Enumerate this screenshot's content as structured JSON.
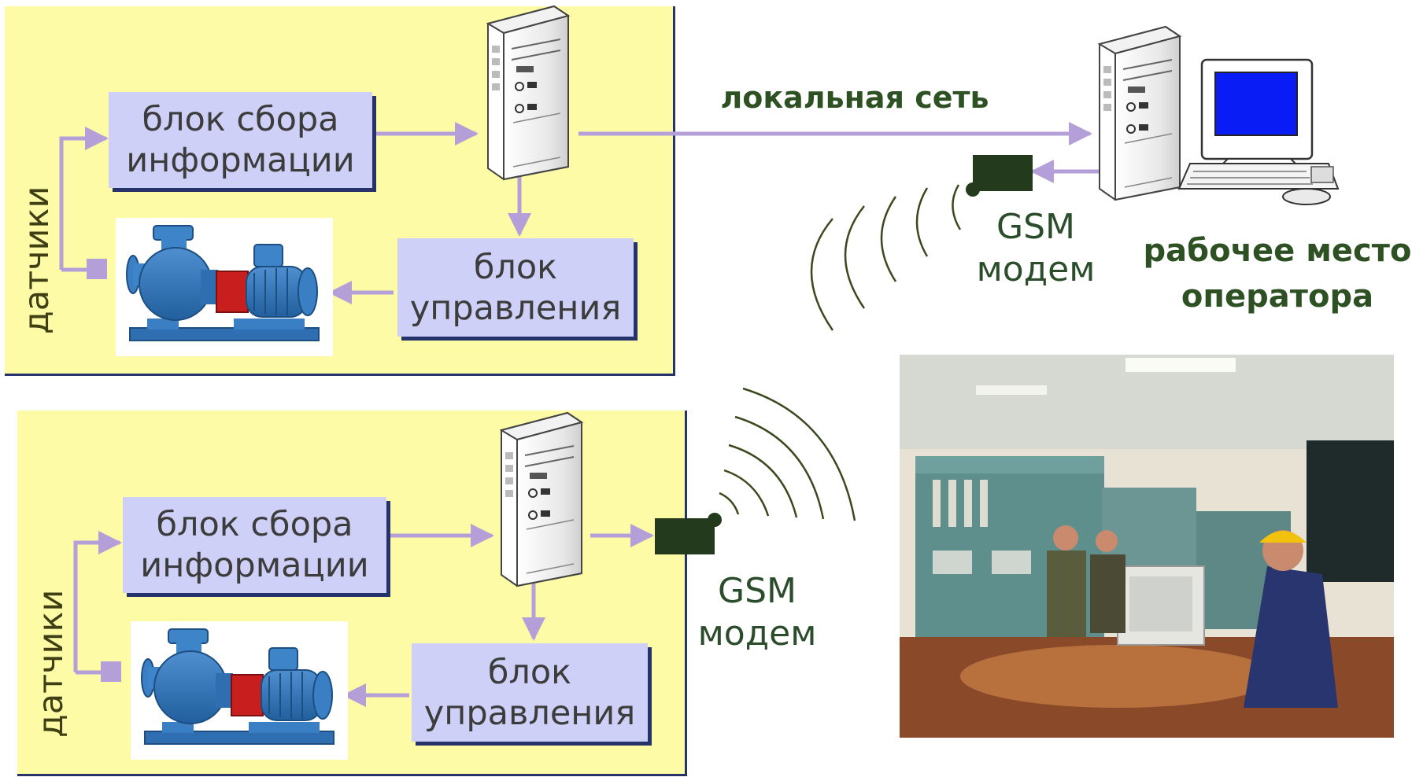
{
  "system1": {
    "collect_block": [
      "блок сбора",
      "информации"
    ],
    "control_block": [
      "блок",
      "управления"
    ],
    "sensors_label": "датчики"
  },
  "system2": {
    "collect_block": [
      "блок сбора",
      "информации"
    ],
    "control_block": [
      "блок",
      "управления"
    ],
    "sensors_label": "датчики"
  },
  "network_label": "локальная сеть",
  "modem_top": [
    "GSM",
    "модем"
  ],
  "modem_bottom": [
    "GSM",
    "модем"
  ],
  "operator_label": [
    "рабочее место",
    "оператора"
  ],
  "colors": {
    "panel": "#fdfba6",
    "block": "#cfd0f7",
    "block_shadow": "#26336a",
    "arrow": "#b59fd8",
    "modem": "#233a1c",
    "label_green": "#2e5124",
    "waves": "#3b4a1e",
    "monitor_screen": "#0a1cf5"
  },
  "icons": [
    "server-tower-icon",
    "pump-icon",
    "gsm-modem-icon",
    "radio-waves-icon",
    "operator-workstation-icon",
    "control-room-photo"
  ]
}
